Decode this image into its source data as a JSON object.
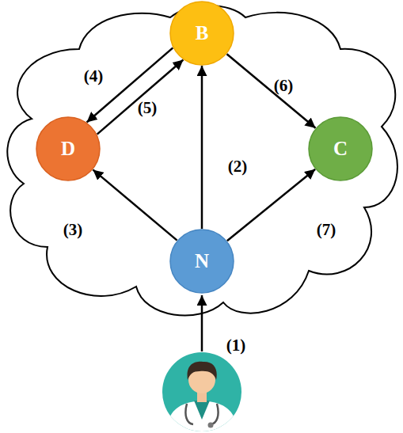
{
  "diagram": {
    "nodes": [
      {
        "text": [
          "B"
        ]
      },
      {
        "text": [
          "D"
        ]
      },
      {
        "text": [
          "C"
        ]
      },
      {
        "text": [
          "N"
        ]
      }
    ],
    "edges": [
      {
        "from": 3,
        "to": 0,
        "arrow": "to",
        "label": "(2)"
      },
      {
        "from": 3,
        "to": 1,
        "arrow": "to",
        "label": "(3)"
      },
      {
        "from": 0,
        "to": 1,
        "arrow": "to",
        "label": "(4)"
      },
      {
        "from": 1,
        "to": 0,
        "arrow": "to",
        "label": "(5)"
      },
      {
        "from": 0,
        "to": 2,
        "arrow": "to",
        "label": "(6)"
      },
      {
        "from": 3,
        "to": 2,
        "arrow": "to",
        "label": "(7)"
      }
    ],
    "labels": [
      "(1)"
    ]
  }
}
